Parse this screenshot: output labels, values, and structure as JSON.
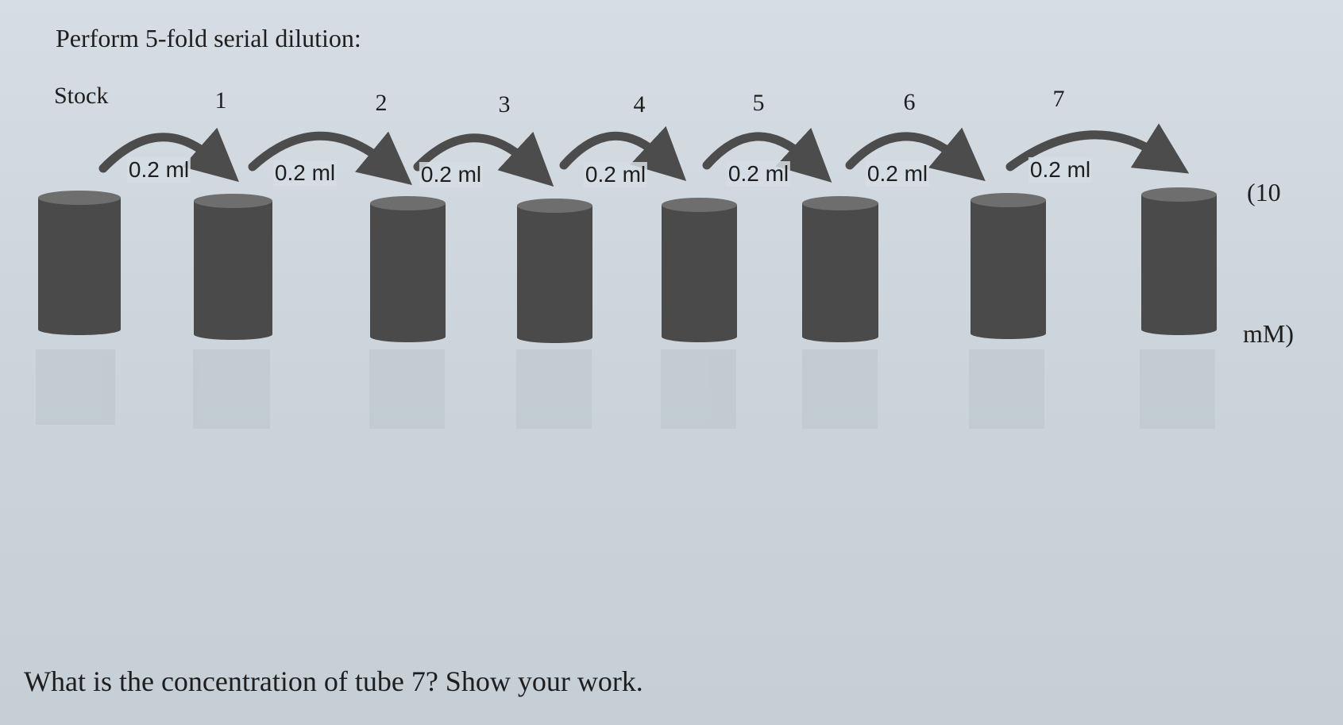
{
  "title": "Perform 5-fold serial dilution:",
  "stock_label": "Stock",
  "tube_numbers": [
    "1",
    "2",
    "3",
    "4",
    "5",
    "6",
    "7"
  ],
  "transfer_label": "0.2 ml",
  "units": {
    "open": "(10",
    "close": "mM)"
  },
  "question": "What is the concentration of tube 7? Show your work.",
  "colors": {
    "tube_fill": "#4a4a4a",
    "tube_top": "#6e6e6e",
    "arrow": "#4c4c4c"
  }
}
